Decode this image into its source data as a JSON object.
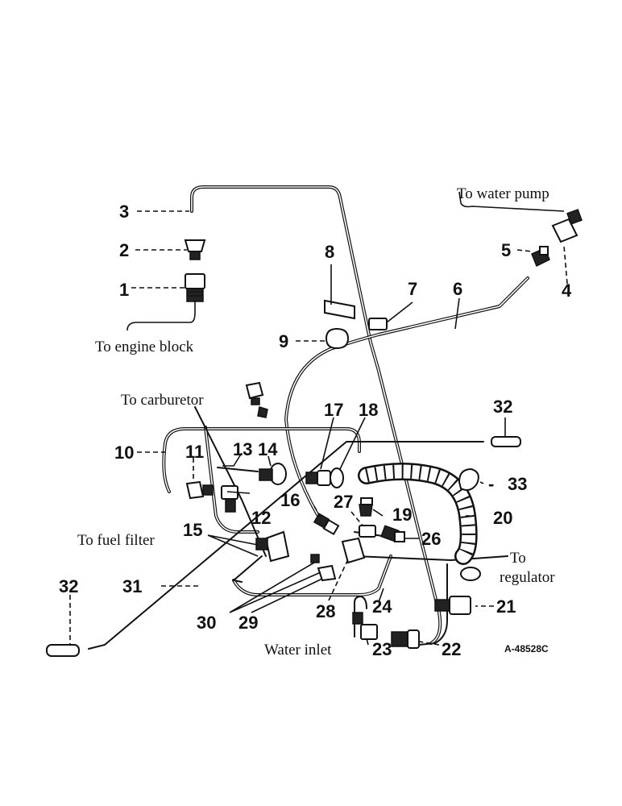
{
  "labels": {
    "water_pump": "To water pump",
    "engine_block": "To engine block",
    "carburetor": "To carburetor",
    "fuel_filter": "To fuel filter",
    "regulator_to": "To",
    "regulator": "regulator",
    "water_inlet": "Water inlet",
    "drawing_code": "A-48528C"
  },
  "callouts": [
    "1",
    "2",
    "3",
    "4",
    "5",
    "6",
    "7",
    "8",
    "9",
    "10",
    "11",
    "12",
    "13",
    "14",
    "15",
    "16",
    "17",
    "18",
    "19",
    "20",
    "21",
    "22",
    "23",
    "24",
    "26",
    "27",
    "28",
    "29",
    "30",
    "31",
    "32",
    "33"
  ]
}
